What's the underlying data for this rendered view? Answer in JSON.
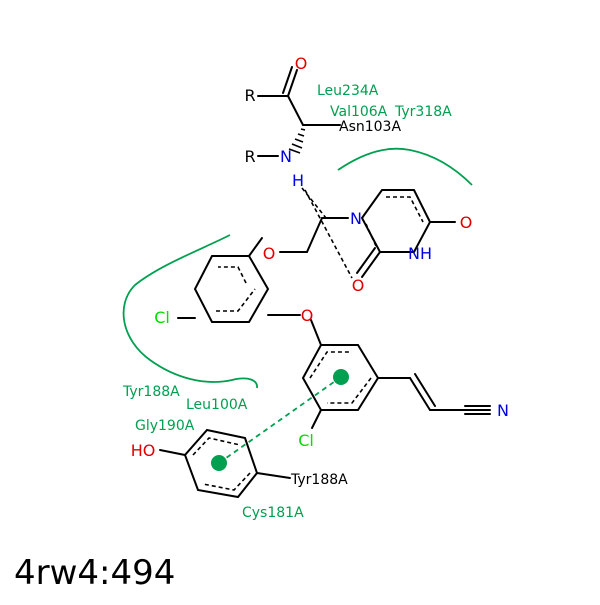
{
  "caption": "4rw4:494",
  "colors": {
    "bond": "#000000",
    "oxygen": "#e00000",
    "nitrogen": "#0000e0",
    "chlorine": "#00dd00",
    "residue": "#00a050",
    "pi_center": "#00a050"
  },
  "atoms": {
    "o_carbonyl": "O",
    "r_top": "R",
    "r_left": "R",
    "n_amide": "N",
    "h_amide": "H",
    "n_uracil": "N",
    "o_uracil_right": "O",
    "nh_uracil": "NH",
    "o_uracil_bottom": "O",
    "o_ether_top": "O",
    "o_ether_mid": "O",
    "cl_left": "Cl",
    "cl_bottom": "Cl",
    "n_nitrile": "N",
    "ho_phenol": "HO"
  },
  "residues": {
    "leu234": "Leu234A",
    "val106": "Val106A",
    "tyr318": "Tyr318A",
    "asn103": "Asn103A",
    "tyr188_top": "Tyr188A",
    "leu100": "Leu100A",
    "gly190": "Gly190A",
    "tyr188_bond": "Tyr188A",
    "cys181": "Cys181A"
  }
}
